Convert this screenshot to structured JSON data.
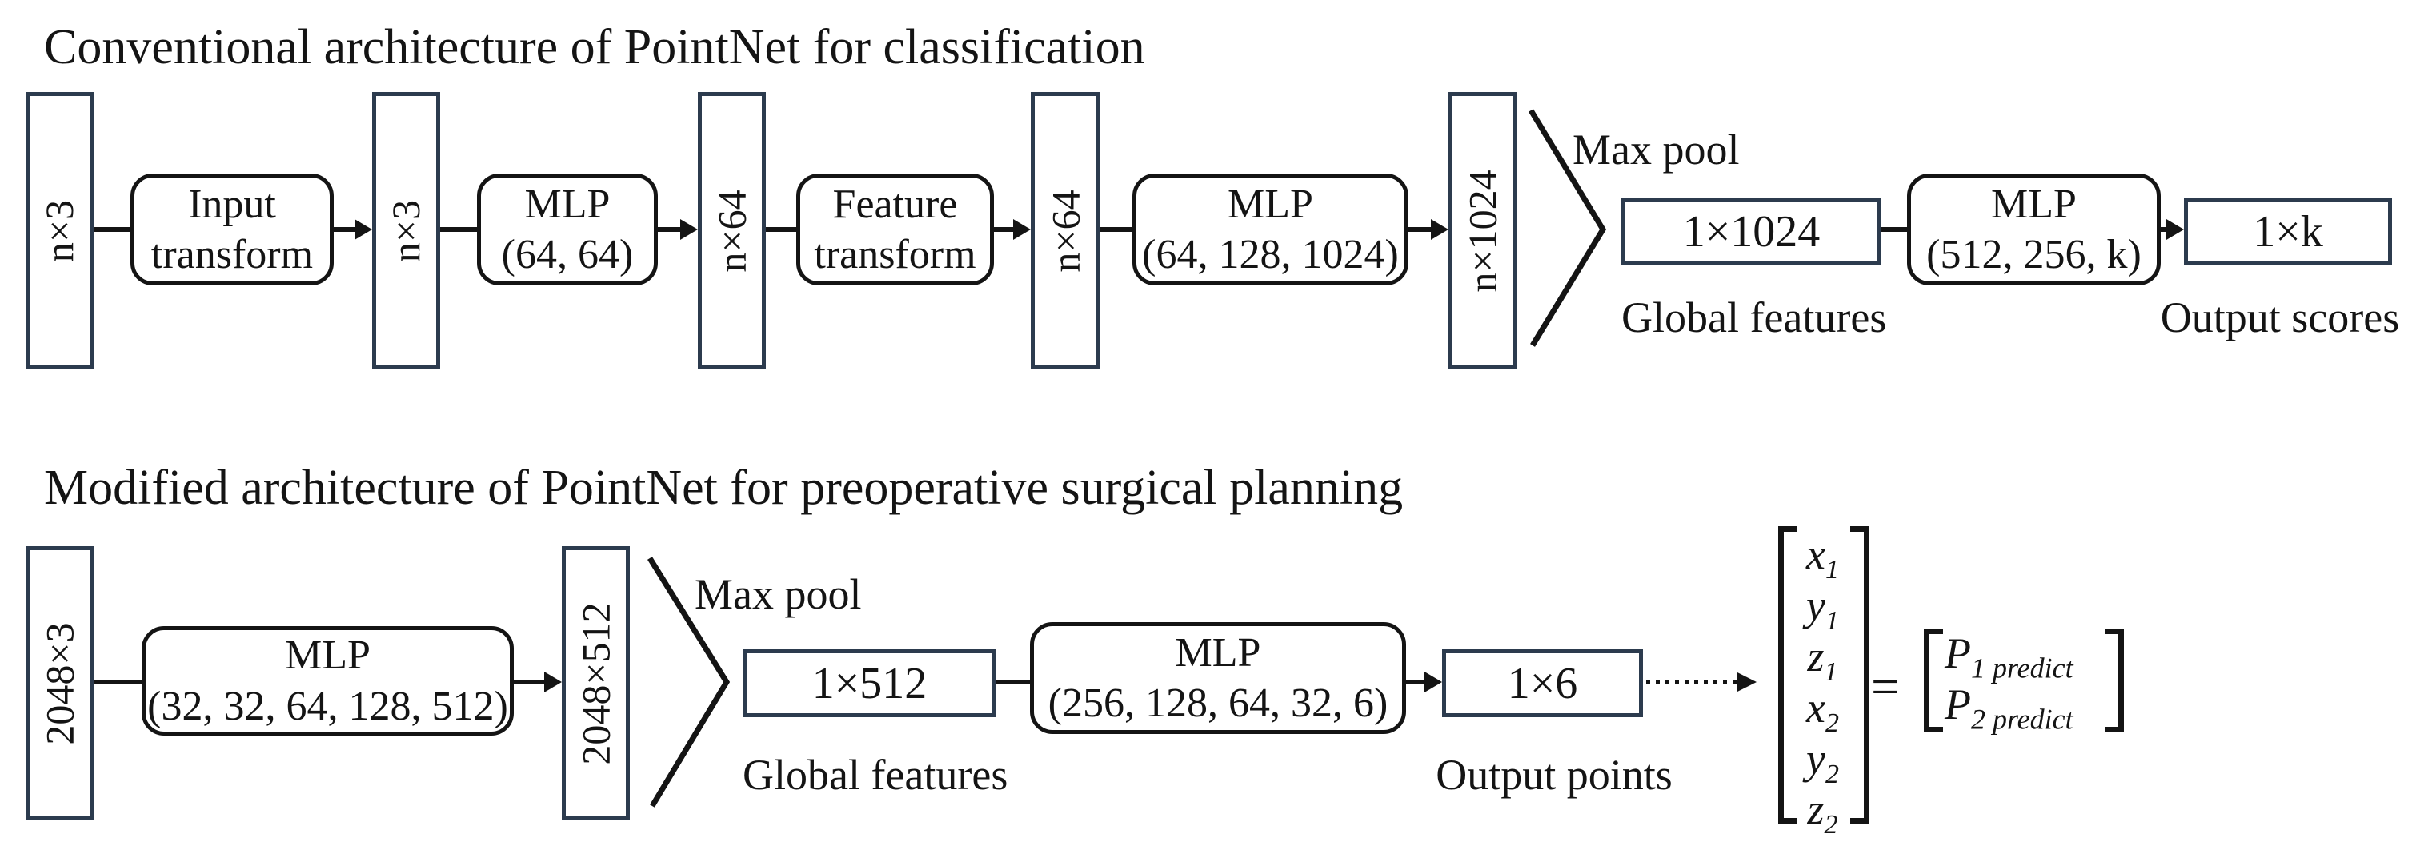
{
  "colors": {
    "background": "#ffffff",
    "bar_border": "#2c3b4e",
    "box_border": "#141414",
    "line": "#141414",
    "text": "#141414"
  },
  "top": {
    "title": "Conventional architecture of PointNet for classification",
    "bars": [
      {
        "label": "n×3"
      },
      {
        "label": "n×3"
      },
      {
        "label": "n×64"
      },
      {
        "label": "n×64"
      },
      {
        "label": "n×1024"
      }
    ],
    "boxes": [
      {
        "line1": "Input",
        "line2": "transform"
      },
      {
        "line1": "MLP",
        "line2": "(64, 64)"
      },
      {
        "line1": "Feature",
        "line2": "transform"
      },
      {
        "line1": "MLP",
        "line2": "(64, 128, 1024)"
      },
      {
        "line1": "MLP",
        "line2": "(512, 256, k)"
      }
    ],
    "max_pool_label": "Max pool",
    "global_feature_box": "1×1024",
    "global_feature_caption": "Global features",
    "output_box": "1×k",
    "output_caption": "Output scores"
  },
  "bottom": {
    "title": "Modified architecture of PointNet for preoperative surgical planning",
    "bars": [
      {
        "label": "2048×3"
      },
      {
        "label": "2048×512"
      }
    ],
    "boxes": [
      {
        "line1": "MLP",
        "line2": "(32, 32, 64, 128, 512)"
      },
      {
        "line1": "MLP",
        "line2": "(256, 128, 64, 32, 6)"
      }
    ],
    "max_pool_label": "Max pool",
    "global_feature_box": "1×512",
    "global_feature_caption": "Global features",
    "output_box": "1×6",
    "output_caption": "Output points",
    "vector_entries": [
      {
        "v": "x",
        "s": "1"
      },
      {
        "v": "y",
        "s": "1"
      },
      {
        "v": "z",
        "s": "1"
      },
      {
        "v": "x",
        "s": "2"
      },
      {
        "v": "y",
        "s": "2"
      },
      {
        "v": "z",
        "s": "2"
      }
    ],
    "equals": "=",
    "result_rows": [
      {
        "v": "P",
        "s": "1 predict"
      },
      {
        "v": "P",
        "s": "2 predict"
      }
    ]
  }
}
